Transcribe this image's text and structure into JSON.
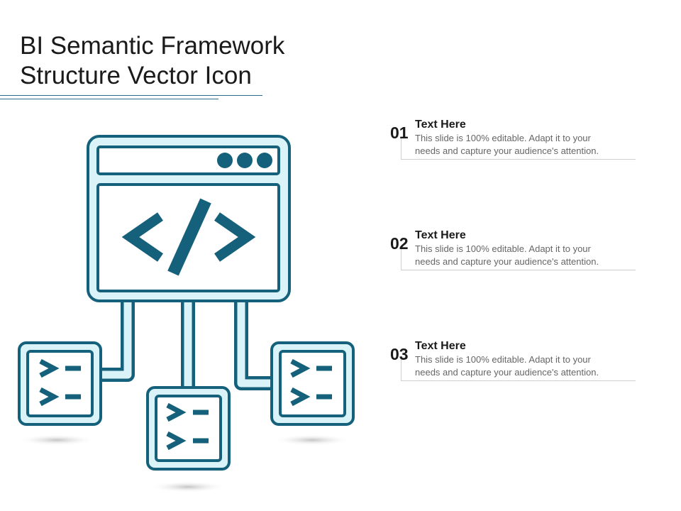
{
  "title": {
    "line1": "BI Semantic Framework",
    "line2": "Structure Vector Icon"
  },
  "colors": {
    "accent": "#15607a",
    "fill": "#d9f3f9",
    "text": "#1a1a1a",
    "muted": "#666666"
  },
  "icon": {
    "main_window_icon": "browser-code-window-icon",
    "code_symbol": "</>",
    "terminal_symbol": ">-"
  },
  "items": [
    {
      "number": "01",
      "heading": "Text Here",
      "line1": "This slide is 100% editable. Adapt it to your",
      "line2": "needs and capture your audience's attention."
    },
    {
      "number": "02",
      "heading": "Text Here",
      "line1": "This slide is 100% editable. Adapt it to your",
      "line2": "needs and capture your audience's attention."
    },
    {
      "number": "03",
      "heading": "Text Here",
      "line1": "This slide is 100% editable. Adapt it to your",
      "line2": "needs and capture your audience's attention."
    }
  ]
}
